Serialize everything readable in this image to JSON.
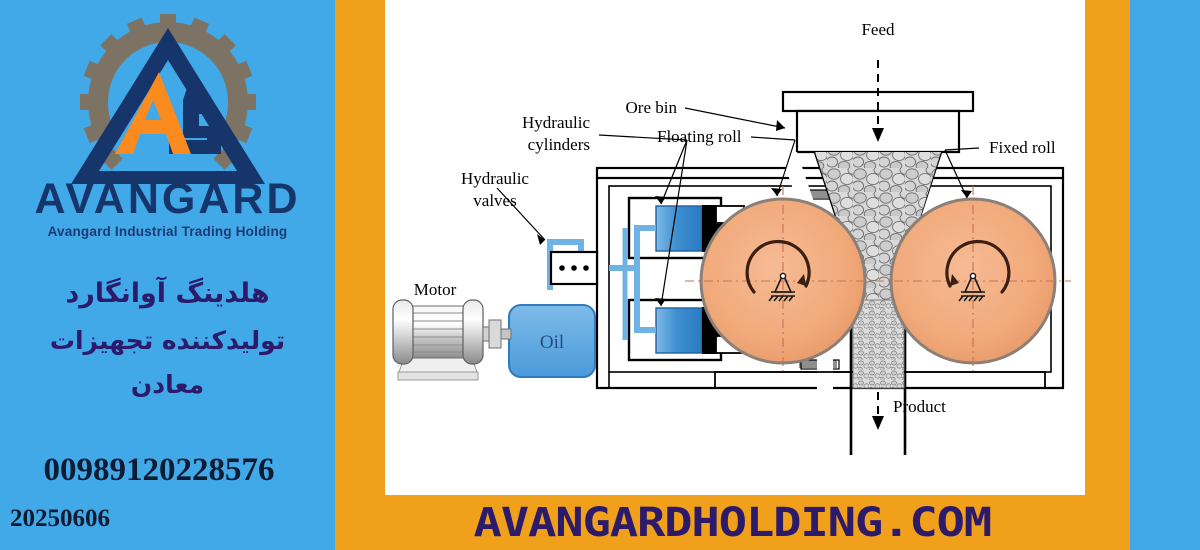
{
  "branding": {
    "logo_icon": "gear-triangle-logo",
    "wordmark": "AVANGARD",
    "tagline": "Avangard Industrial Trading Holding",
    "persian_line_1": "هلدینگ آوانگارد",
    "persian_line_2": "تولیدکننده تجهیزات",
    "persian_line_3": "معادن",
    "phone": "00989120228576",
    "date_stamp": "20250606",
    "website": "AVANGARDHOLDING.COM",
    "colors": {
      "panel_blue": "#41a9e8",
      "frame_orange": "#f0a01a",
      "navy": "#16356b",
      "orange_accent": "#fb8b1e",
      "purple": "#2c1a6b",
      "gear_gray": "#7d7364"
    }
  },
  "diagram": {
    "title": "high-pressure-grinding-roll-schematic",
    "labels": {
      "feed": "Feed",
      "ore_bin": "Ore bin",
      "fixed_roll": "Fixed roll",
      "floating_roll": "Floating roll",
      "hydraulic_cylinders": "Hydraulic cylinders",
      "hydraulic_cylinders_l1": "Hydraulic",
      "hydraulic_cylinders_l2": "cylinders",
      "hydraulic_valves_l1": "Hydraulic",
      "hydraulic_valves_l2": "valves",
      "motor": "Motor",
      "oil": "Oil",
      "product": "Product"
    },
    "colors": {
      "roll_fill": "#f2ab7c",
      "roll_edge": "#8a8078",
      "cylinder_blue": "#3d8fd1",
      "oil_tank_blue": "#59a4dd",
      "pipe_blue": "#6fb3e4",
      "rock_fill": "#d6d6d6",
      "line_black": "#000000",
      "centerline_red": "#c6705a"
    }
  }
}
